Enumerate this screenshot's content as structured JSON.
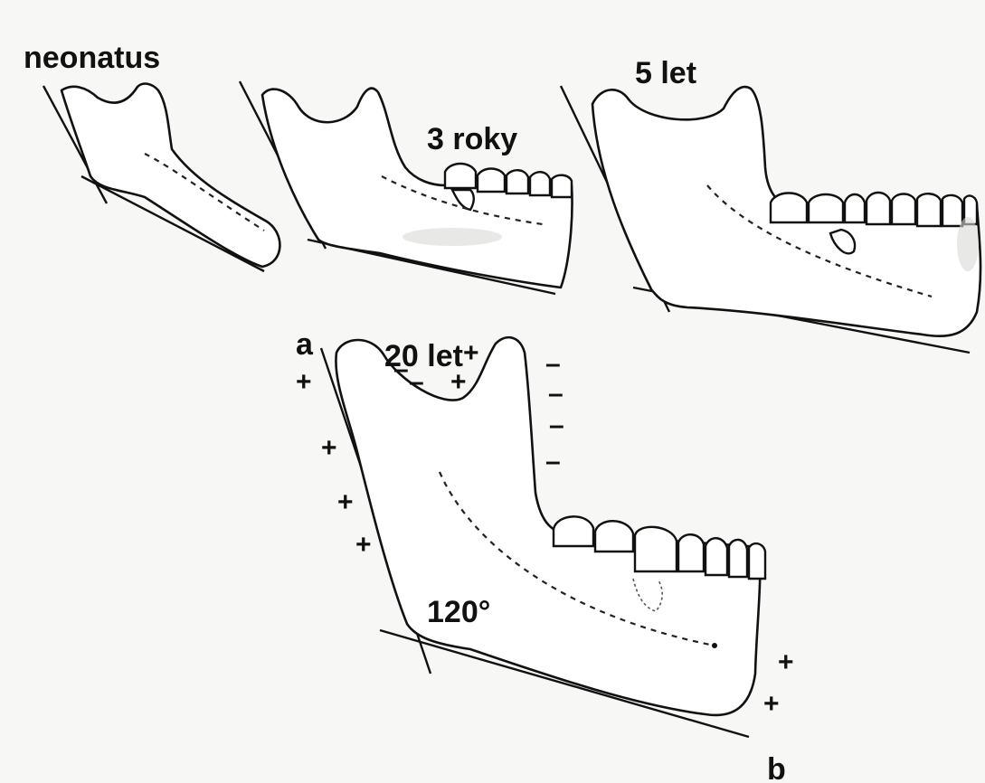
{
  "labels": {
    "neonatus": "neonatus",
    "three_years": "3 roky",
    "five_years": "5 let",
    "twenty_years": "20 let",
    "point_a": "a",
    "point_b": "b",
    "angle": "120°"
  },
  "signs": {
    "plus": "+",
    "minus": "–"
  },
  "colors": {
    "ink": "#111111",
    "paper": "#f7f7f5"
  }
}
